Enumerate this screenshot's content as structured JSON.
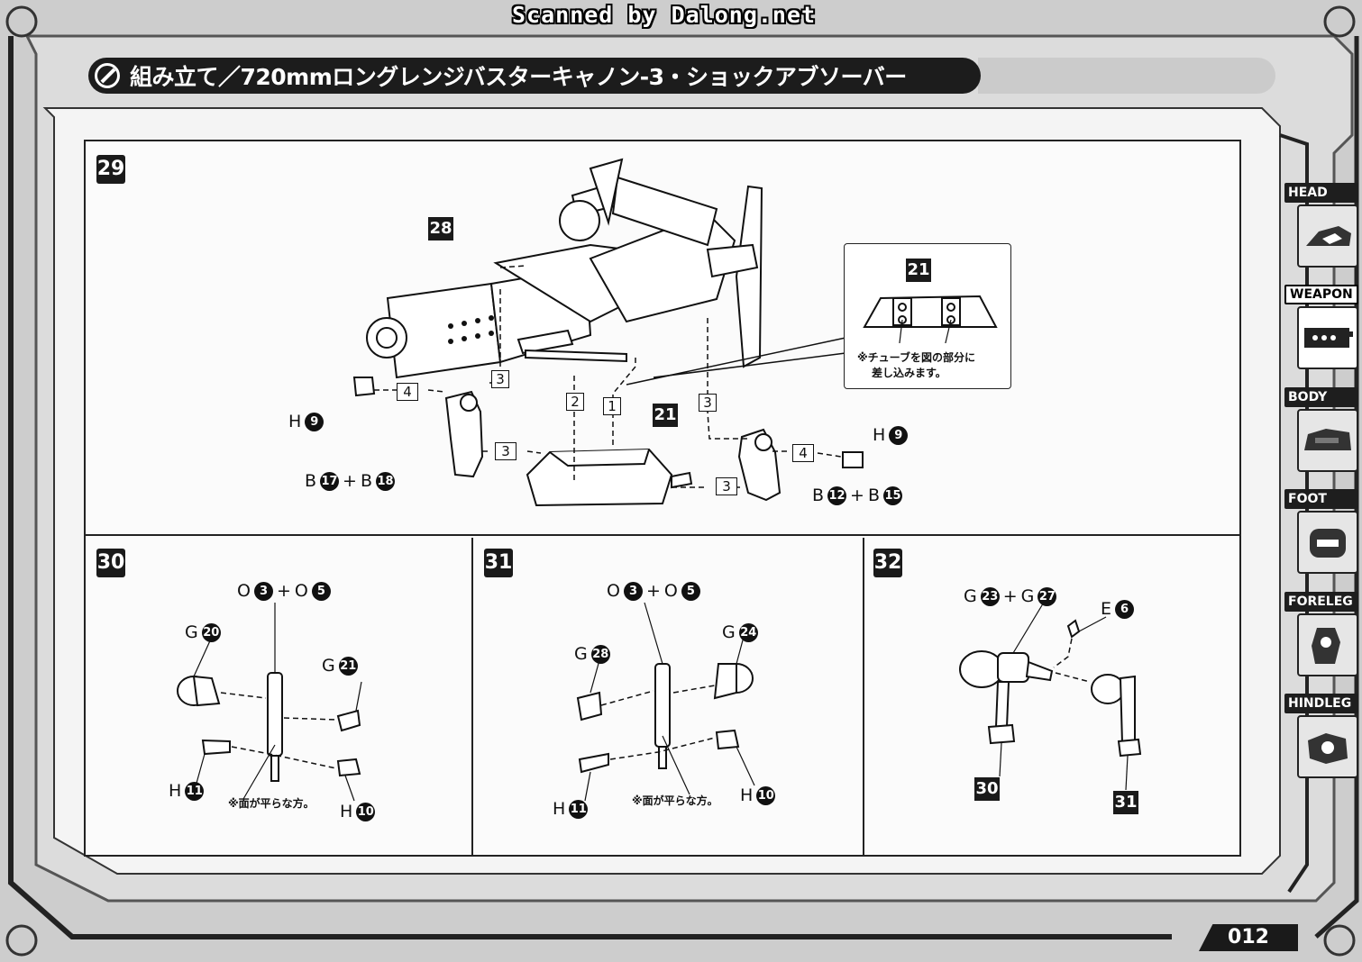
{
  "watermark": "Scanned by Dalong.net",
  "title": "組み立て／720mmロングレンジバスターキャノン-3・ショックアブソーバー",
  "page_number": "012",
  "side_tabs": [
    {
      "label": "HEAD",
      "active": false
    },
    {
      "label": "WEAPON",
      "active": true
    },
    {
      "label": "BODY",
      "active": false
    },
    {
      "label": "FOOT",
      "active": false
    },
    {
      "label": "FORELEG",
      "active": false
    },
    {
      "label": "HINDLEG",
      "active": false
    }
  ],
  "step29": {
    "number": "29",
    "part_main": "28",
    "part_base": "21",
    "callout_part": "21",
    "callout_note_line1": "※チューブを図の部分に",
    "callout_note_line2": "差し込みます。",
    "seq": [
      "4",
      "3",
      "2",
      "1",
      "3",
      "3",
      "3",
      "4"
    ],
    "left_pin": {
      "letter": "H",
      "num": "9"
    },
    "left_arm": {
      "a_letter": "B",
      "a_num": "17",
      "plus": "+",
      "b_letter": "B",
      "b_num": "18"
    },
    "right_pin": {
      "letter": "H",
      "num": "9"
    },
    "right_arm": {
      "a_letter": "B",
      "a_num": "12",
      "plus": "+",
      "b_letter": "B",
      "b_num": "15"
    }
  },
  "step30": {
    "number": "30",
    "shaft": {
      "a_letter": "O",
      "a_num": "3",
      "plus": "+",
      "b_letter": "O",
      "b_num": "5"
    },
    "cap": {
      "letter": "G",
      "num": "20"
    },
    "block": {
      "letter": "G",
      "num": "21"
    },
    "joint_left": {
      "letter": "H",
      "num": "11"
    },
    "joint_right": {
      "letter": "H",
      "num": "10"
    },
    "note": "※面が平らな方。"
  },
  "step31": {
    "number": "31",
    "shaft": {
      "a_letter": "O",
      "a_num": "3",
      "plus": "+",
      "b_letter": "O",
      "b_num": "5"
    },
    "block": {
      "letter": "G",
      "num": "28"
    },
    "cap": {
      "letter": "G",
      "num": "24"
    },
    "joint_left": {
      "letter": "H",
      "num": "11"
    },
    "joint_right": {
      "letter": "H",
      "num": "10"
    },
    "note": "※面が平らな方。"
  },
  "step32": {
    "number": "32",
    "center": {
      "a_letter": "G",
      "a_num": "23",
      "plus": "+",
      "b_letter": "G",
      "b_num": "27"
    },
    "clip": {
      "letter": "E",
      "num": "6"
    },
    "part_left": "30",
    "part_right": "31"
  }
}
